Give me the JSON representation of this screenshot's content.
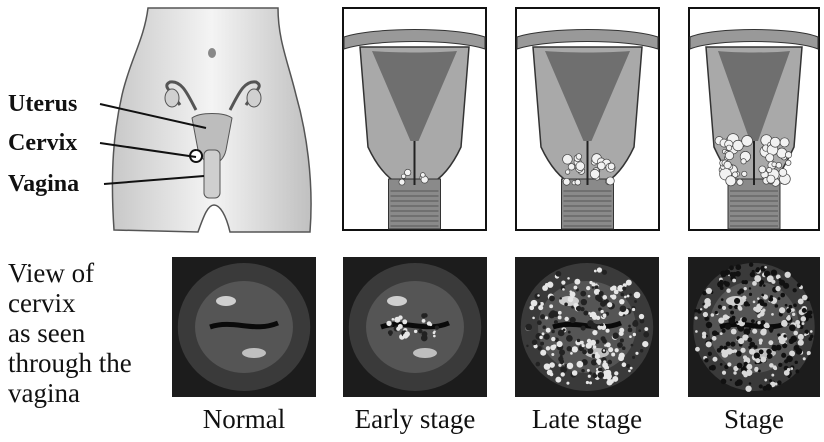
{
  "labels": {
    "uterus": "Uterus",
    "cervix": "Cervix",
    "vagina": "Vagina"
  },
  "view_text": [
    "View of",
    "cervix",
    "as seen",
    "through the",
    "vagina"
  ],
  "stages": [
    "Normal",
    "Early stage",
    "Late stage",
    "Stage"
  ],
  "colors": {
    "ink": "#111111",
    "tissue": "#a9a9a9",
    "tissue_light": "#d8d8d8",
    "lesion": "#f2f2f2",
    "photo_bg": "#1c1c1c"
  }
}
